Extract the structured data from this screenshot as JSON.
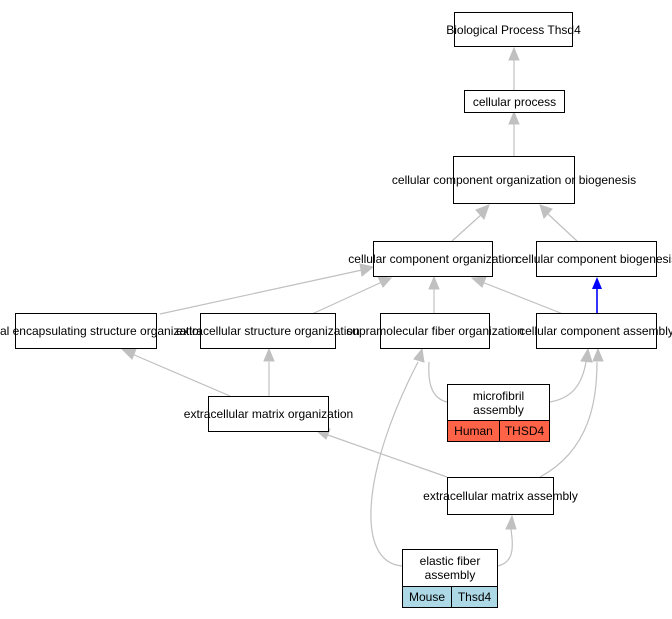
{
  "diagram": {
    "colors": {
      "edge": "#c0c0c0",
      "highlight_edge": "#0000ff",
      "human": "#ff6347",
      "mouse": "#add8e6"
    },
    "nodes": {
      "root": "Biological Process\nThsd4",
      "cellular_process": "cellular process",
      "ccob": "cellular component\norganization\nor biogenesis",
      "cco": "cellular component\norganization",
      "ccb": "cellular component\nbiogenesis",
      "eeso": "external encapsulating\nstructure organization",
      "eso": "extracellular\nstructure organization",
      "sfo": "supramolecular\nfiber organization",
      "cca": "cellular component\nassembly",
      "emo": "extracellular\nmatrix organization",
      "mfa": {
        "title": "microfibril\nassembly",
        "species": "Human",
        "gene": "THSD4"
      },
      "ema": "extracellular\nmatrix assembly",
      "efa": {
        "title": "elastic fiber\nassembly",
        "species": "Mouse",
        "gene": "Thsd4"
      }
    }
  }
}
